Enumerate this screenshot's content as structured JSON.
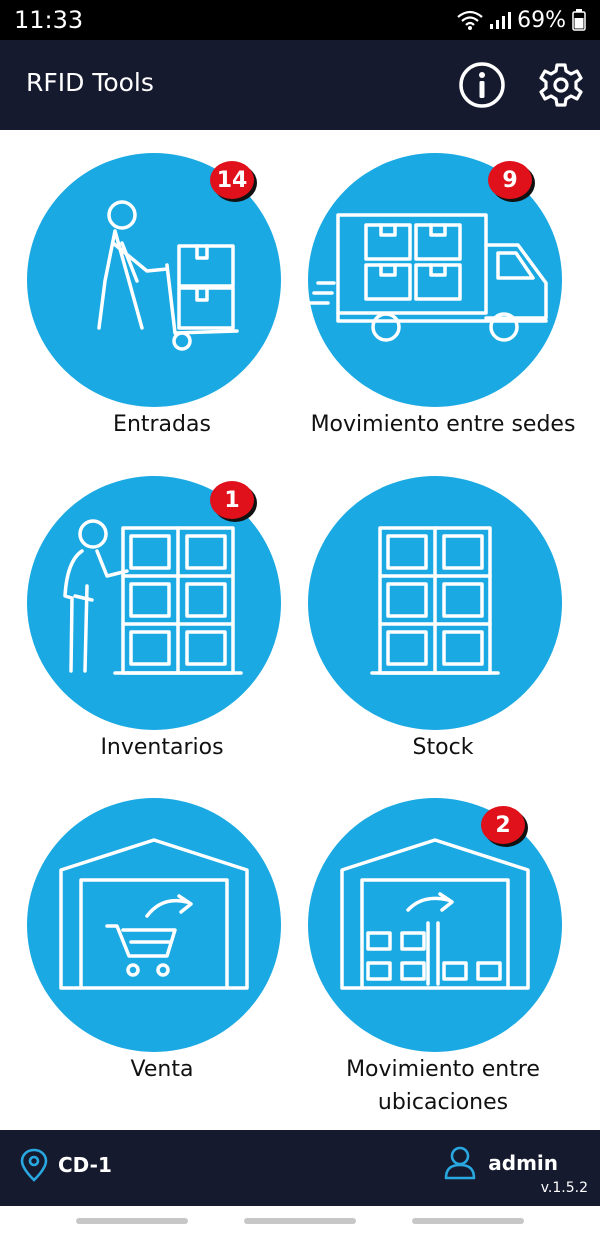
{
  "status_bar": {
    "time": "11:33",
    "battery": "69%"
  },
  "app_bar": {
    "title": "RFID Tools",
    "info_icon": "info-icon",
    "settings_icon": "gear-icon"
  },
  "tiles": [
    {
      "label": "Entradas",
      "badge": "14",
      "icon": "hand-truck-boxes-icon"
    },
    {
      "label": "Movimiento entre sedes",
      "badge": "9",
      "icon": "delivery-truck-icon"
    },
    {
      "label": "Inventarios",
      "badge": "1",
      "icon": "person-shelves-icon"
    },
    {
      "label": "Stock",
      "badge": "",
      "icon": "shelves-icon"
    },
    {
      "label": "Venta",
      "badge": "",
      "icon": "warehouse-cart-icon"
    },
    {
      "label": "Movimiento entre\nubicaciones",
      "badge": "2",
      "icon": "warehouse-boxes-icon"
    }
  ],
  "bottom_bar": {
    "location": "CD-1",
    "user": "admin",
    "version": "v.1.5.2"
  },
  "colors": {
    "circle": "#1aa9e2",
    "bar": "#161a2e",
    "badge": "#e0111b"
  }
}
